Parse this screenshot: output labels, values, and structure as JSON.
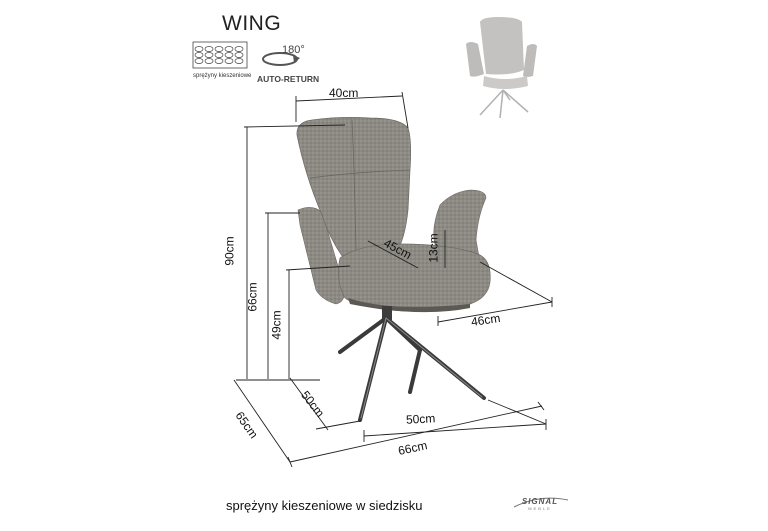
{
  "product": {
    "name": "WING"
  },
  "features": {
    "springs_label": "sprężyny kieszeniowe",
    "rotation_degrees": "180°",
    "return_label": "AUTO-RETURN"
  },
  "dimensions": {
    "back_width": "40cm",
    "total_height": "90cm",
    "armrest_height": "66cm",
    "seat_height": "49cm",
    "seat_depth": "45cm",
    "armrest_to_seat": "13cm",
    "seat_width": "46cm",
    "base_depth": "50cm",
    "base_width": "50cm",
    "overall_depth": "65cm",
    "overall_width": "66cm"
  },
  "caption": "sprężyny kieszeniowe w siedzisku",
  "brand": {
    "name": "SIGNAL",
    "sub": "MEBLE"
  },
  "colors": {
    "fabric": "#8a8782",
    "fabric_light": "#b8b5ae",
    "leg": "#3a3a3a",
    "line": "#222222"
  }
}
